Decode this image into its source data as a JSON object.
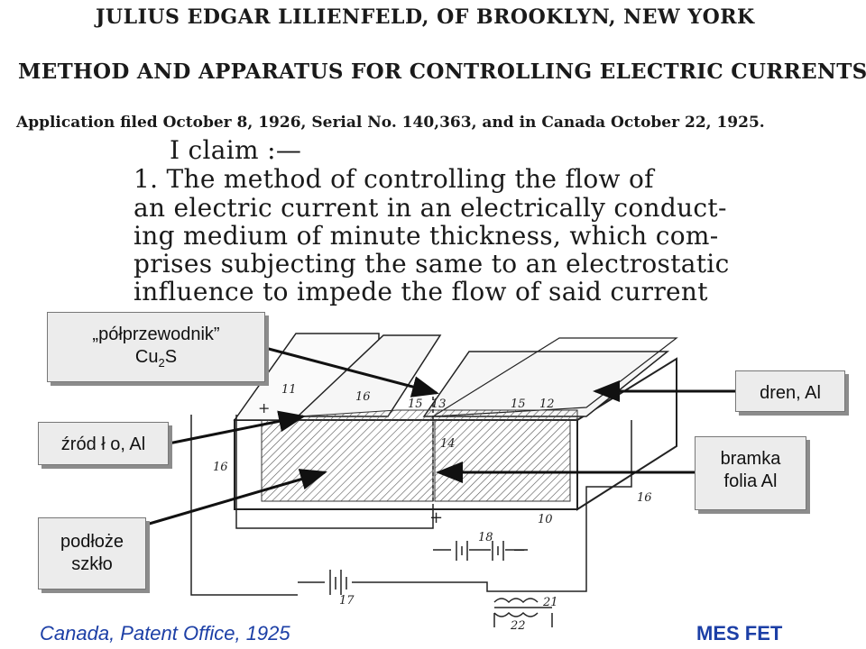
{
  "patent": {
    "inventor_line": "JULIUS EDGAR LILIENFELD, OF BROOKLYN, NEW YORK",
    "title_line": "METHOD AND APPARATUS FOR CONTROLLING ELECTRIC CURRENTS",
    "application_line": "Application filed October 8, 1926, Serial No. 140,363, and in Canada October 22, 1925.",
    "claim_heading": "I claim :—",
    "claim_lines": [
      "1. The method of controlling the flow of",
      "an electric current in an electrically conduct-",
      "ing medium of minute thickness, which com-",
      "prises subjecting the same to an electrostatic",
      "influence to impede the flow of said current"
    ]
  },
  "callouts": {
    "semiconductor_line1": "„półprzewodnik”",
    "semiconductor_line2": "Cu",
    "semiconductor_sub": "2",
    "semiconductor_line2_tail": "S",
    "source": "źród ł o, Al",
    "substrate_line1": "podłoże",
    "substrate_line2": "szkło",
    "drain": "dren, Al",
    "gate_line1": "bramka",
    "gate_line2": "folia Al"
  },
  "figure_labels": {
    "l11": "11",
    "l16a": "16",
    "l15a": "15",
    "l13": "13",
    "l15b": "15",
    "l12": "12",
    "l14": "14",
    "l16b": "16",
    "l16c": "16",
    "l10": "10",
    "l18": "18",
    "l17": "17",
    "l21": "21",
    "l22": "22",
    "plus_top": "+",
    "plus_mid": "+",
    "minus_right": "−"
  },
  "footer": {
    "source": "Canada, Patent Office, 1925",
    "label": "MES FET"
  },
  "colors": {
    "footer_text": "#1c3fa6",
    "callout_bg": "#ececec",
    "ink": "#1a1a1a"
  }
}
